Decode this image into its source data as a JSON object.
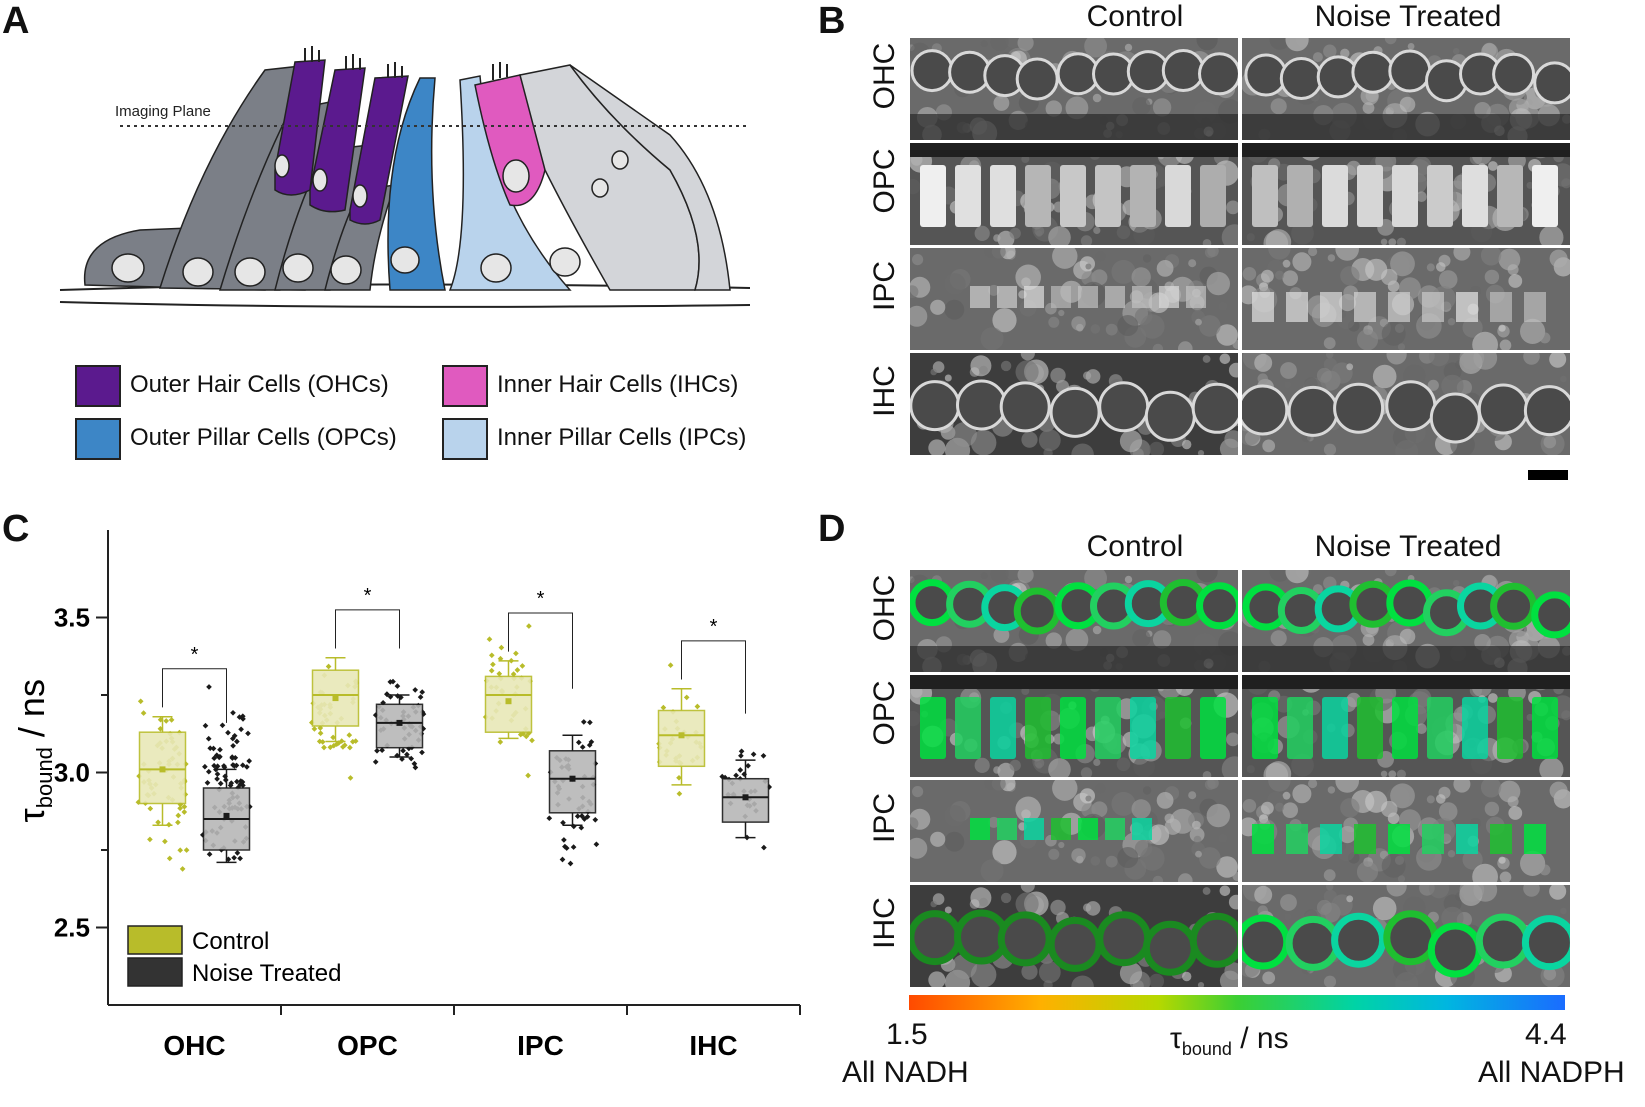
{
  "panel_letters": {
    "a": "A",
    "b": "B",
    "c": "C",
    "d": "D"
  },
  "panel_a": {
    "imaging_plane_label": "Imaging Plane",
    "legend": [
      {
        "label": "Outer Hair Cells (OHCs)",
        "color": "#5b1a8e"
      },
      {
        "label": "Inner Hair Cells (IHCs)",
        "color": "#e05abf"
      },
      {
        "label": "Outer Pillar Cells (OPCs)",
        "color": "#3d86c6"
      },
      {
        "label": "Inner Pillar Cells (IPCs)",
        "color": "#b9d3ec"
      }
    ],
    "colors": {
      "support": "#7b7f87",
      "support_light": "#d3d5d9",
      "nucleus": "#e6e6e6"
    }
  },
  "panel_b": {
    "col_labels": [
      "Control",
      "Noise Treated"
    ],
    "row_labels": [
      "OHC",
      "OPC",
      "IPC",
      "IHC"
    ]
  },
  "panel_d": {
    "col_labels": [
      "Control",
      "Noise Treated"
    ],
    "row_labels": [
      "OHC",
      "OPC",
      "IPC",
      "IHC"
    ],
    "colorbar": {
      "min": "1.5",
      "max": "4.4",
      "min_note": "All NADH",
      "max_note": "All NADPH",
      "label_main": "τ",
      "label_sub": "bound",
      "label_unit": " / ns"
    }
  },
  "chart_data": {
    "type": "box",
    "categories": [
      "OHC",
      "OPC",
      "IPC",
      "IHC"
    ],
    "ylabel_main": "τ",
    "ylabel_sub": "bound",
    "ylabel_unit": " / ns",
    "ylim": [
      2.25,
      3.75
    ],
    "yticks": [
      "2.5",
      "3.0",
      "3.5"
    ],
    "grid": false,
    "legend_position": "bottom-left",
    "significance": [
      "*",
      "*",
      "*",
      "*"
    ],
    "series": [
      {
        "name": "Control",
        "color": "#b8bc2a",
        "fill": "#e8e8b8",
        "boxes": [
          {
            "q1": 2.9,
            "median": 3.01,
            "q3": 3.13,
            "mean": 3.01,
            "wlo": 2.83,
            "whi": 3.18
          },
          {
            "q1": 3.15,
            "median": 3.25,
            "q3": 3.33,
            "mean": 3.24,
            "wlo": 3.1,
            "whi": 3.37
          },
          {
            "q1": 3.13,
            "median": 3.25,
            "q3": 3.31,
            "mean": 3.23,
            "wlo": 3.11,
            "whi": 3.36
          },
          {
            "q1": 3.02,
            "median": 3.12,
            "q3": 3.2,
            "mean": 3.12,
            "wlo": 2.96,
            "whi": 3.27
          }
        ]
      },
      {
        "name": "Noise Treated",
        "color": "#1a1a1a",
        "fill": "#b8b8b8",
        "boxes": [
          {
            "q1": 2.75,
            "median": 2.85,
            "q3": 2.95,
            "mean": 2.86,
            "wlo": 2.71,
            "whi": 3.01
          },
          {
            "q1": 3.08,
            "median": 3.16,
            "q3": 3.22,
            "mean": 3.16,
            "wlo": 3.05,
            "whi": 3.25
          },
          {
            "q1": 2.87,
            "median": 2.98,
            "q3": 3.07,
            "mean": 2.98,
            "wlo": 2.83,
            "whi": 3.12
          },
          {
            "q1": 2.84,
            "median": 2.92,
            "q3": 2.98,
            "mean": 2.92,
            "wlo": 2.79,
            "whi": 3.04
          }
        ]
      }
    ],
    "point_ranges": [
      [
        [
          2.62,
          3.33,
          60
        ],
        [
          2.57,
          3.3,
          90
        ]
      ],
      [
        [
          2.9,
          3.43,
          45
        ],
        [
          2.97,
          3.37,
          55
        ]
      ],
      [
        [
          2.93,
          3.56,
          40
        ],
        [
          2.57,
          3.25,
          50
        ]
      ],
      [
        [
          2.8,
          3.45,
          30
        ],
        [
          2.65,
          3.21,
          30
        ]
      ]
    ]
  }
}
